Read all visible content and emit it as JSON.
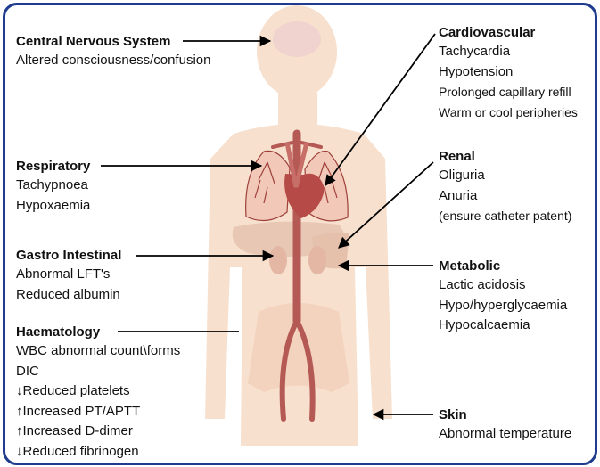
{
  "left": [
    {
      "key": "cns",
      "title": "Central Nervous System",
      "items": [
        "Altered consciousness/confusion"
      ]
    },
    {
      "key": "respiratory",
      "title": "Respiratory",
      "items": [
        "Tachypnoea",
        "Hypoxaemia"
      ]
    },
    {
      "key": "gastro",
      "title": "Gastro Intestinal",
      "items": [
        "Abnormal LFT's",
        "Reduced albumin"
      ]
    },
    {
      "key": "haematology",
      "title": "Haematology",
      "items": [
        "WBC abnormal count\\forms",
        "DIC",
        "↓Reduced platelets",
        "↑Increased PT/APTT",
        "↑Increased D-dimer",
        "↓Reduced fibrinogen"
      ]
    }
  ],
  "right": [
    {
      "key": "cardiovascular",
      "title": "Cardiovascular",
      "items": [
        "Tachycardia",
        "Hypotension",
        "Prolonged capillary refill",
        "Warm or cool peripheries"
      ]
    },
    {
      "key": "renal",
      "title": "Renal",
      "items": [
        "Oliguria",
        "Anuria",
        "(ensure catheter patent)"
      ]
    },
    {
      "key": "metabolic",
      "title": "Metabolic",
      "items": [
        "Lactic acidosis",
        "Hypo/hyperglycaemia",
        "Hypocalcaemia"
      ]
    },
    {
      "key": "skin",
      "title": "Skin",
      "items": [
        "Abnormal temperature"
      ]
    }
  ],
  "colors": {
    "border": "#1f3a8f",
    "body": "#f6dcc7",
    "organ": "#dcb6a8",
    "vessel": "#b85a57",
    "text": "#111111"
  }
}
